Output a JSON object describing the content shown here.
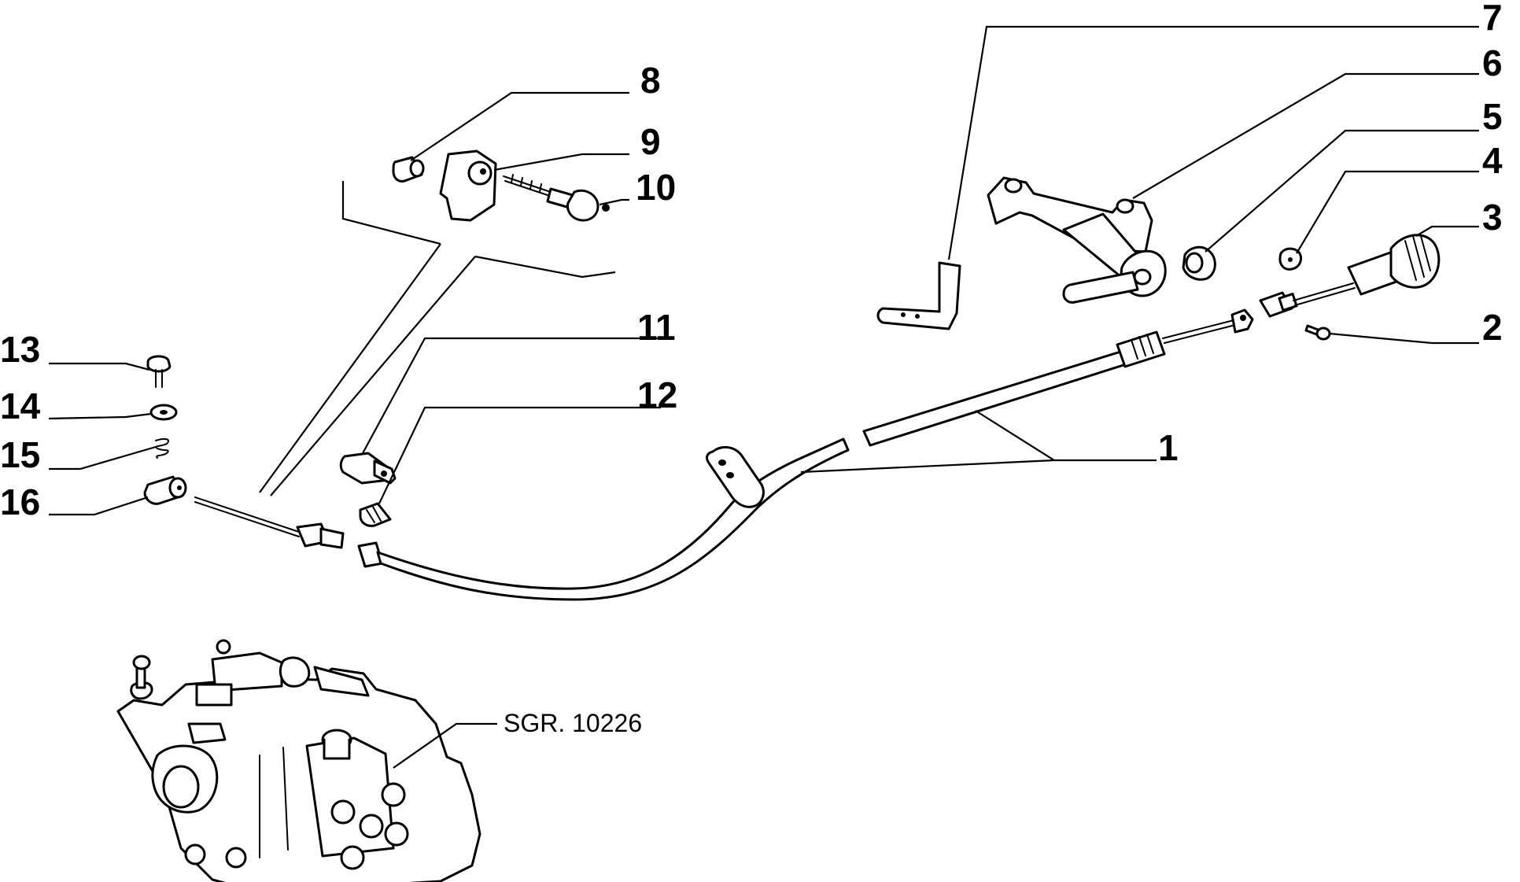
{
  "callouts": {
    "c1": "1",
    "c2": "2",
    "c3": "3",
    "c4": "4",
    "c5": "5",
    "c6": "6",
    "c7": "7",
    "c8": "8",
    "c9": "9",
    "c10": "10",
    "c11": "11",
    "c12": "12",
    "c13": "13",
    "c14": "14",
    "c15": "15",
    "c16": "16"
  },
  "reference_label": "SGR. 10226"
}
